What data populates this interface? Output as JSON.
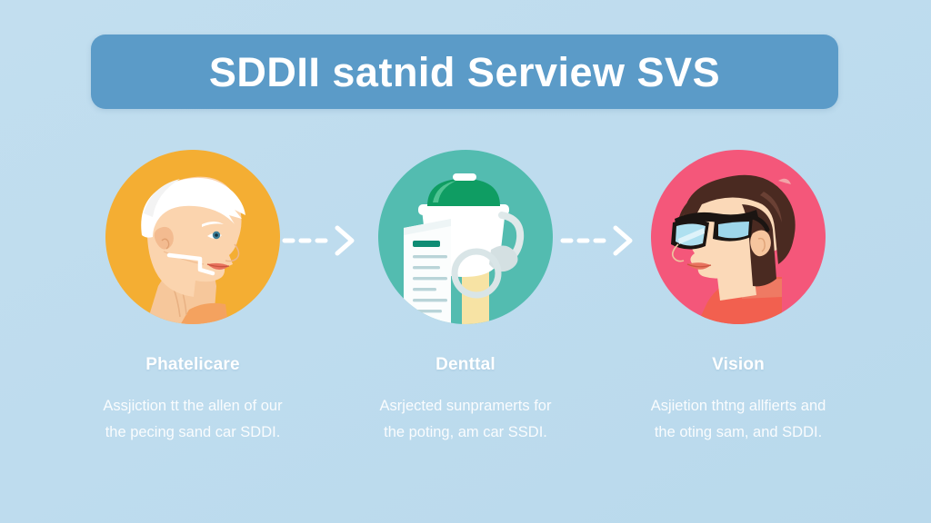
{
  "banner": {
    "title": "SDDII satnid Serview SVS",
    "background_color": "#5b9bc8",
    "text_color": "#ffffff"
  },
  "page": {
    "background_color": "#bfdcee",
    "text_color": "#ffffff"
  },
  "columns": [
    {
      "heading": "Phatelicare",
      "body_line_1": "Assjiction tt the allen of our",
      "body_line_2": "the pecing sand car SDDI.",
      "icon_name": "senior-profile-face-icon",
      "circle_color": "#f4ae33"
    },
    {
      "heading": "Denttal",
      "body_line_1": "Asrjected sunpramerts for",
      "body_line_2": "the poting, am car SSDI.",
      "icon_name": "dental-document-kit-icon",
      "circle_color": "#53bcb0"
    },
    {
      "heading": "Vision",
      "body_line_1": "Asjietion thtng allfierts and",
      "body_line_2": "the oting sam, and SDDI.",
      "icon_name": "eyeglasses-profile-face-icon",
      "circle_color": "#f4577a"
    }
  ],
  "connectors": [
    {
      "icon_name": "dashed-arrow-right-icon",
      "color": "#ffffff"
    },
    {
      "icon_name": "dashed-arrow-right-icon",
      "color": "#ffffff"
    }
  ]
}
